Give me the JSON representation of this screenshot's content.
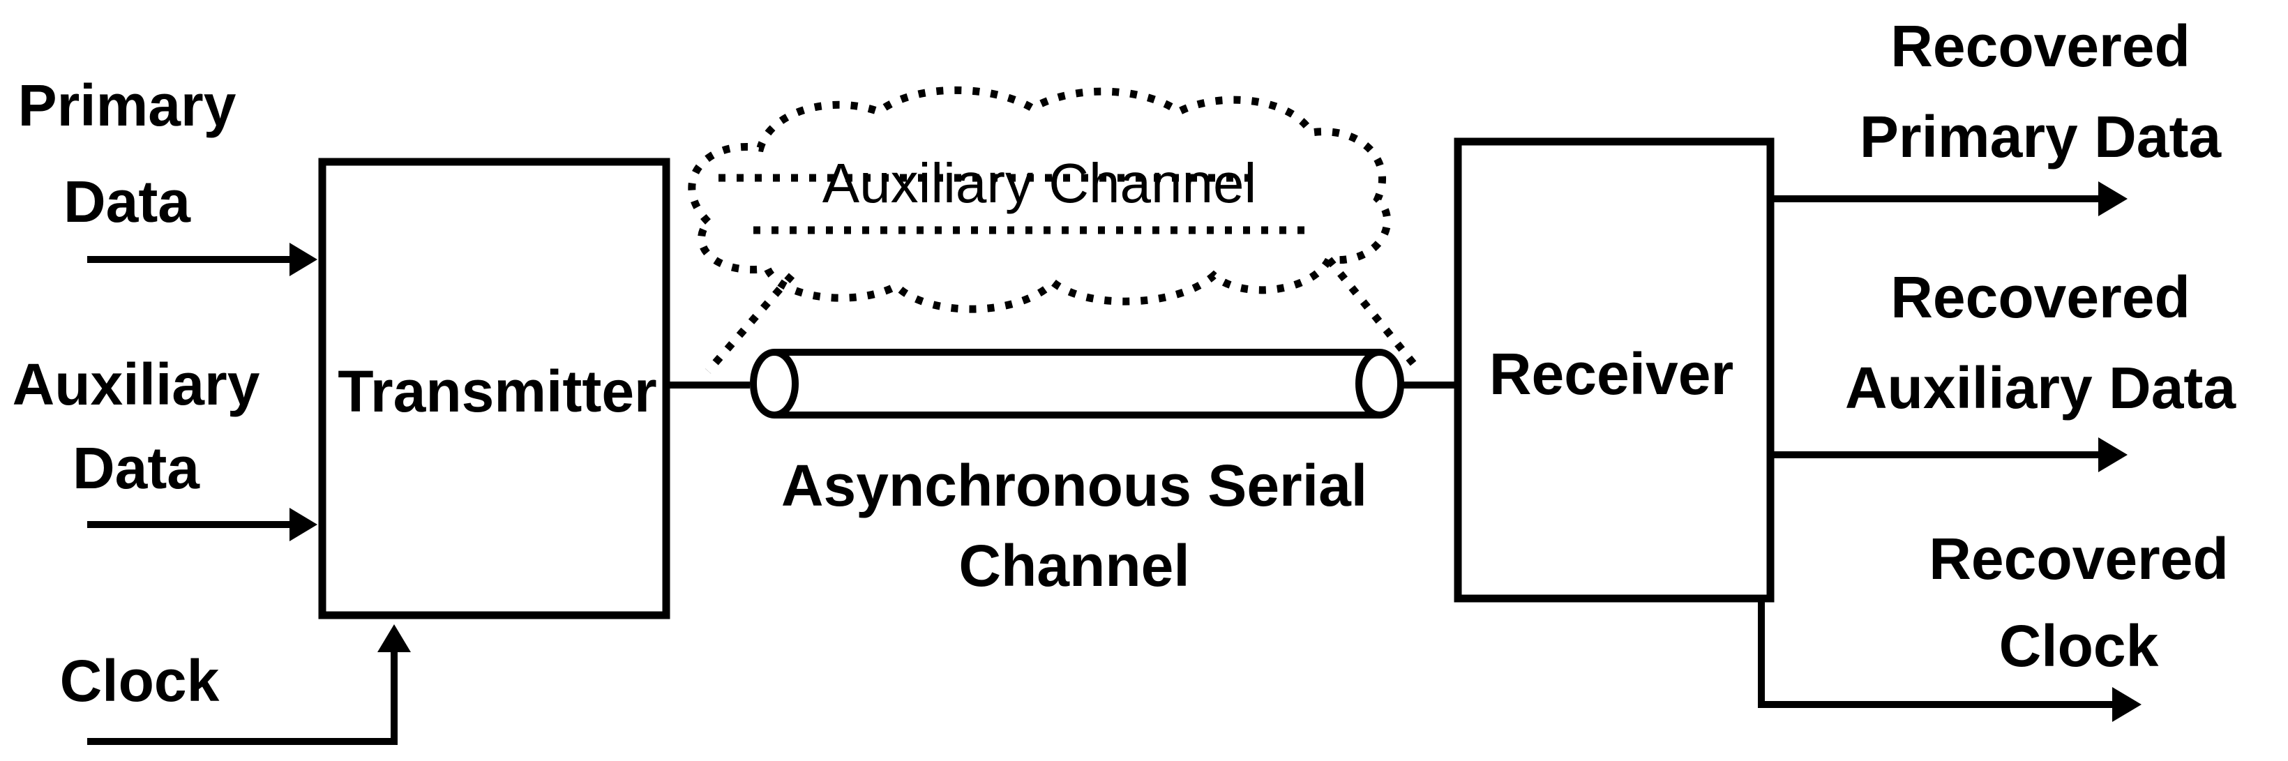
{
  "inputs": {
    "primary_data": [
      "Primary",
      "Data"
    ],
    "auxiliary_data": [
      "Auxiliary",
      "Data"
    ],
    "clock": "Clock"
  },
  "blocks": {
    "transmitter": "Transmitter",
    "receiver": "Receiver"
  },
  "channels": {
    "auxiliary_channel": "Auxiliary Channel",
    "serial_channel": [
      "Asynchronous Serial",
      "Channel"
    ]
  },
  "outputs": {
    "recovered_primary_data": [
      "Recovered",
      "Primary Data"
    ],
    "recovered_auxiliary_data": [
      "Recovered",
      "Auxiliary Data"
    ],
    "recovered_clock": [
      "Recovered",
      "Clock"
    ]
  },
  "colors": {
    "stroke": "#000000",
    "background": "#ffffff"
  }
}
